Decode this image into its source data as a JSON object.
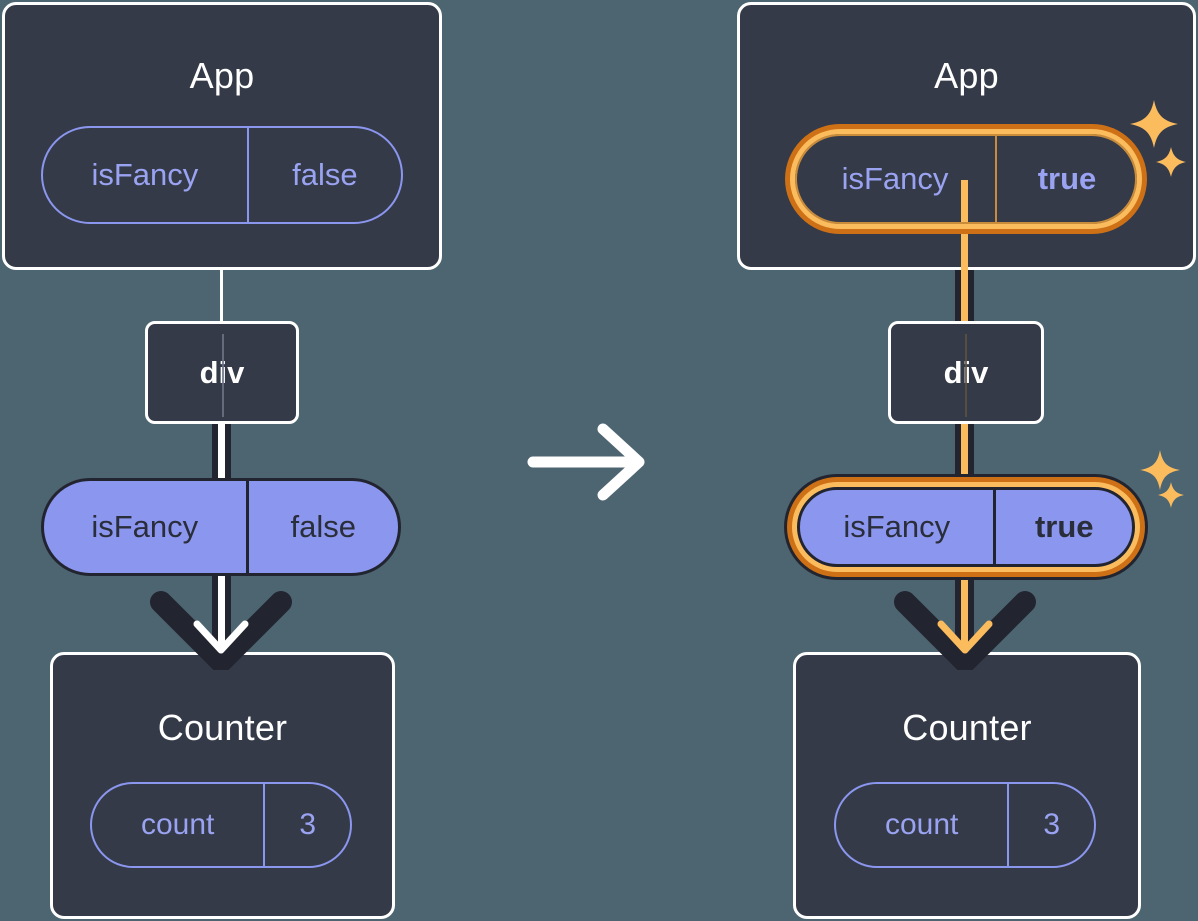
{
  "diagram": {
    "type": "react-state-flow",
    "title": "",
    "background_color": "#4C6570",
    "transition_arrow_icon": "arrow-right-icon",
    "panels": [
      {
        "id": "before",
        "highlighted": false,
        "app": {
          "title": "App",
          "state_pill": {
            "key": "isFancy",
            "value": "false",
            "style": "outlined",
            "highlighted": false
          }
        },
        "div": {
          "label": "div"
        },
        "props_pill": {
          "key": "isFancy",
          "value": "false",
          "style": "solid",
          "highlighted": false
        },
        "counter": {
          "title": "Counter",
          "state_pill": {
            "key": "count",
            "value": "3",
            "style": "outlined",
            "highlighted": false
          }
        },
        "connector_color": "#FFFFFF",
        "arrow_color": "#FFFFFF",
        "sparkles": 0
      },
      {
        "id": "after",
        "highlighted": true,
        "app": {
          "title": "App",
          "state_pill": {
            "key": "isFancy",
            "value": "true",
            "style": "outlined",
            "highlighted": true
          }
        },
        "div": {
          "label": "div"
        },
        "props_pill": {
          "key": "isFancy",
          "value": "true",
          "style": "solid",
          "highlighted": true
        },
        "counter": {
          "title": "Counter",
          "state_pill": {
            "key": "count",
            "value": "3",
            "style": "outlined",
            "highlighted": false
          }
        },
        "connector_color": "#FBBC5E",
        "arrow_color": "#FBBC5E",
        "sparkles": 2
      }
    ],
    "colors": {
      "background": "#4C6570",
      "box_fill": "#343A48",
      "box_border": "#FFFFFF",
      "periwinkle": "#8B96EF",
      "periwinkle_text": "#9AA3F2",
      "dark_stroke": "#222530",
      "highlight_light": "#FBBC5E",
      "highlight_dark": "#CE7016",
      "text_light": "#FFFFFF",
      "text_dark": "#2A2E3A"
    }
  }
}
